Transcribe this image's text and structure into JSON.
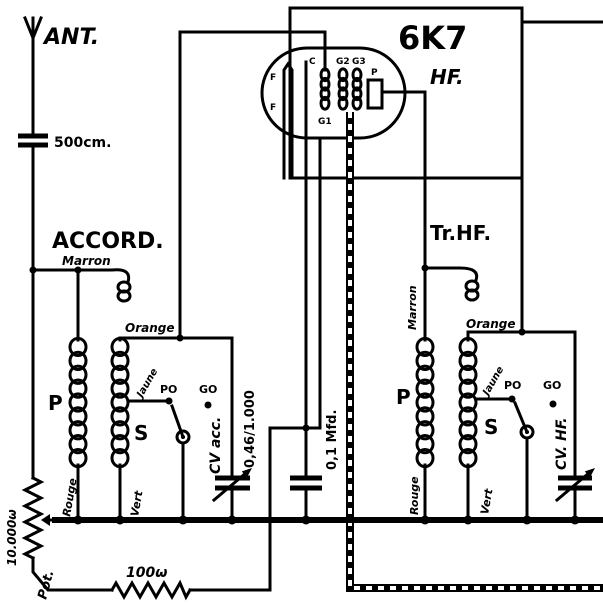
{
  "antenna": {
    "label": "ANT.",
    "capacitor": "500cm."
  },
  "accord": {
    "title": "ACCORD.",
    "marron": "Marron",
    "orange": "Orange",
    "primary": "P",
    "secondary": "S",
    "jaune": "Jaune",
    "po": "PO",
    "go": "GO",
    "rouge": "Rouge",
    "vert": "Vert",
    "cv": "CV acc.",
    "cv_value": "0,46/1.000"
  },
  "potentiometer": {
    "value": "10.000ω",
    "label": "Pot."
  },
  "resistor": {
    "value": "100ω"
  },
  "tube": {
    "type": "6K7",
    "function": "HF.",
    "pins": {
      "f1": "F",
      "f2": "F",
      "c": "C",
      "g1": "G1",
      "g2": "G2",
      "g3": "G3",
      "p": "P"
    }
  },
  "decoupling_capacitor": {
    "value": "0,1 Mfd."
  },
  "transformer_hf": {
    "title": "Tr.HF.",
    "marron": "Marron",
    "orange": "Orange",
    "primary": "P",
    "secondary": "S",
    "jaune": "Jaune",
    "po": "PO",
    "go": "GO",
    "rouge": "Rouge",
    "vert": "Vert",
    "cv": "CV. HF."
  },
  "colors": {
    "ink": "#000000",
    "paper": "#ffffff"
  }
}
